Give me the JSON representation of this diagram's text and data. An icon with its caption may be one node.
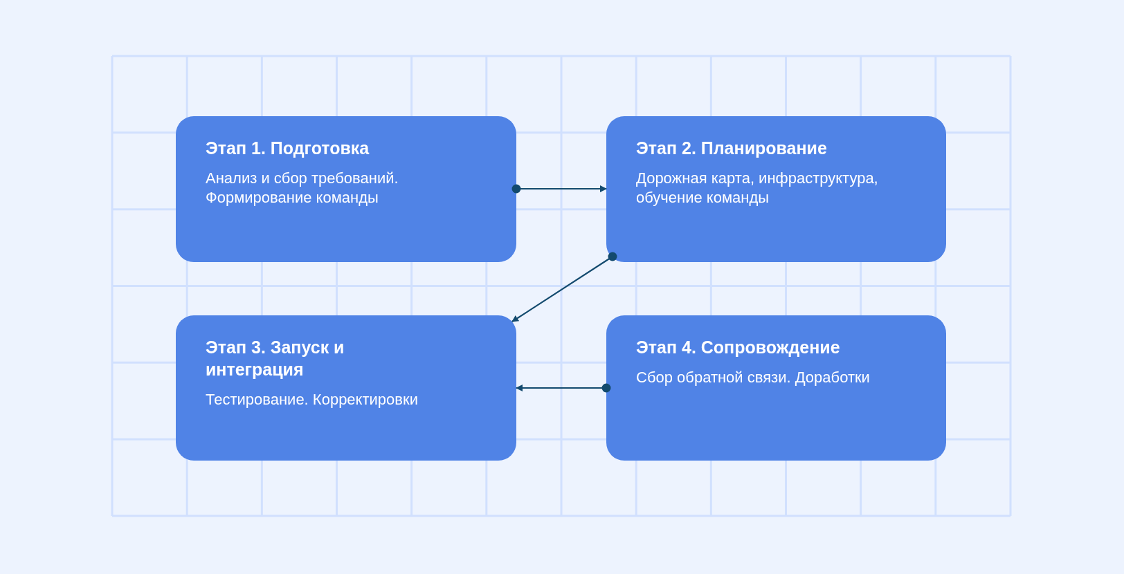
{
  "diagram": {
    "nodes": [
      {
        "text": [
          "Этап 1. Подготовка",
          "Анализ и сбор требований. Формирование команды"
        ]
      },
      {
        "text": [
          "Этап 2. Планирование",
          "Дорожная карта, инфраструктура, обучение команды"
        ]
      },
      {
        "text": [
          "Этап 3. Запуск и интеграция",
          "Тестирование. Корректировки"
        ]
      },
      {
        "text": [
          "Этап 4. Сопровождение",
          "Сбор обратной связи. Доработки"
        ]
      }
    ],
    "edges": [
      {
        "from": 0,
        "to": 1,
        "arrow": "to"
      },
      {
        "from": 1,
        "to": 2,
        "arrow": "to"
      },
      {
        "from": 3,
        "to": 2,
        "arrow": "to"
      }
    ]
  }
}
